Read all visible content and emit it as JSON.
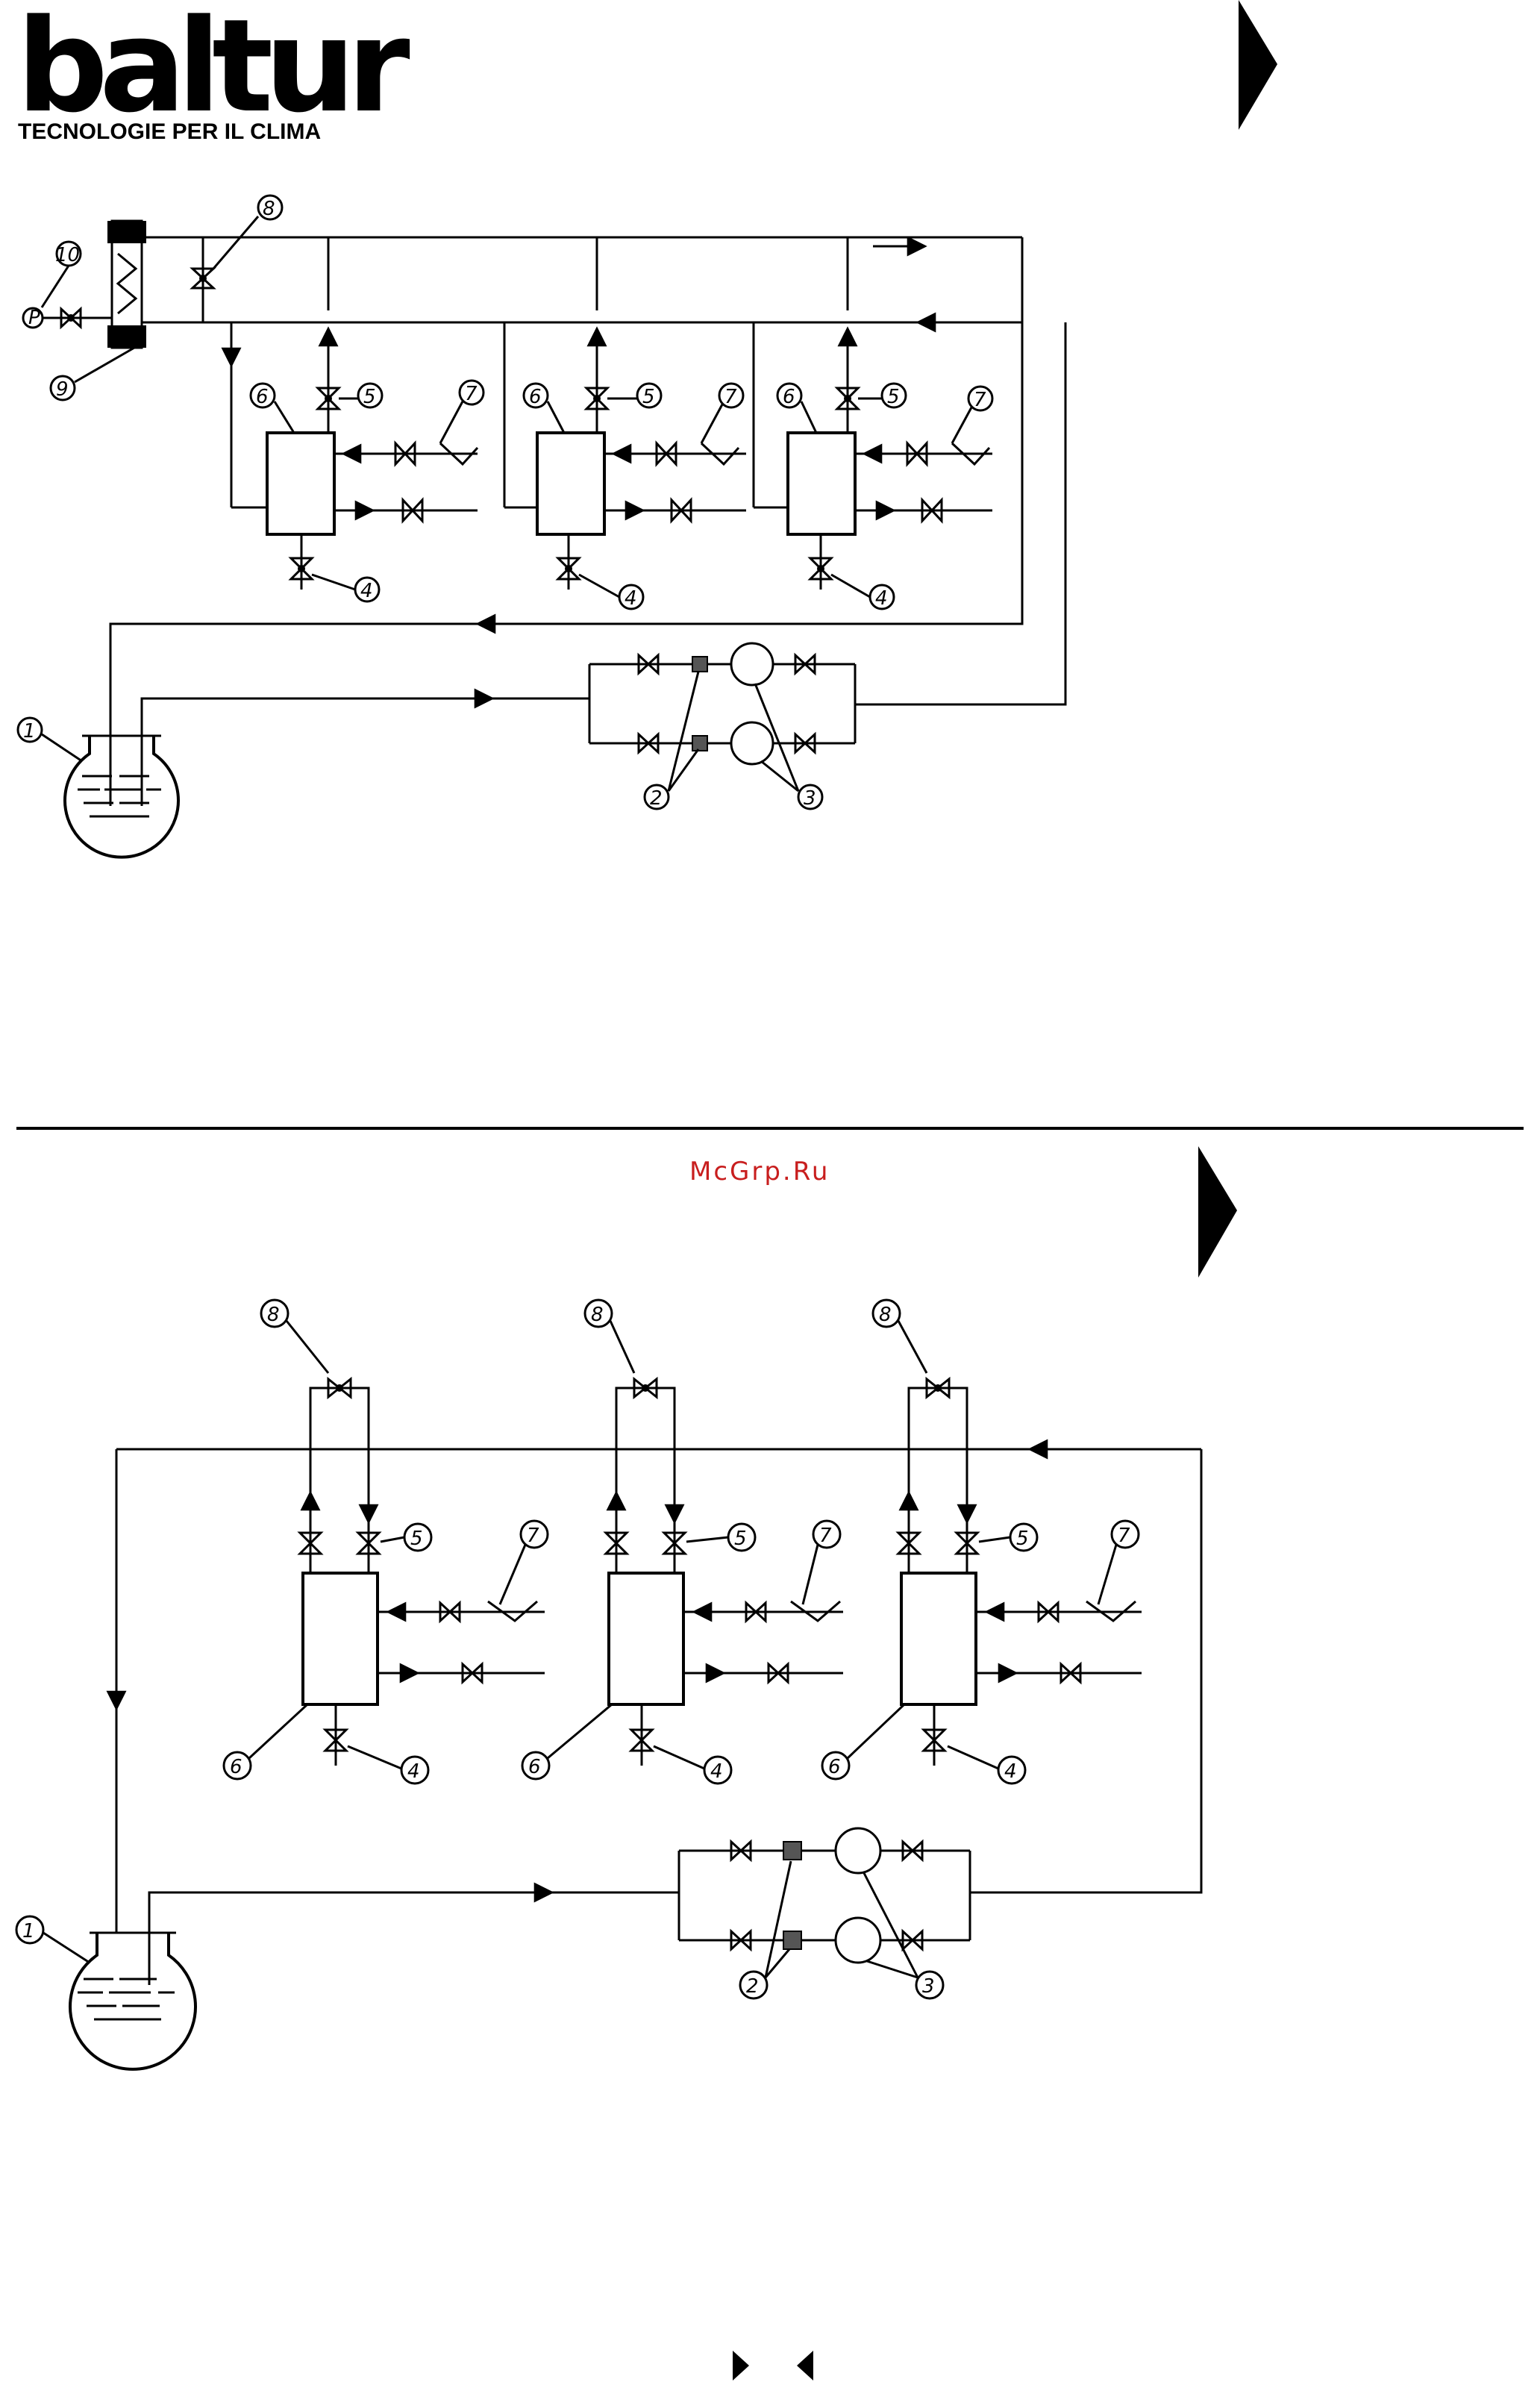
{
  "brand": {
    "logo_text": "baltur",
    "tagline": "TECNOLOGIE PER IL CLIMA"
  },
  "watermark": "McGrp.Ru",
  "colors": {
    "ink": "#000000",
    "watermark": "#c81e1e",
    "background": "#ffffff"
  },
  "diagram_top": {
    "callouts": [
      "1",
      "2",
      "3",
      "4",
      "4",
      "4",
      "5",
      "5",
      "5",
      "6",
      "6",
      "6",
      "7",
      "7",
      "7",
      "8",
      "9",
      "10"
    ],
    "gauge_symbol": "P"
  },
  "diagram_bottom": {
    "callouts": [
      "1",
      "2",
      "3",
      "4",
      "4",
      "4",
      "5",
      "5",
      "5",
      "6",
      "6",
      "6",
      "7",
      "7",
      "7",
      "8",
      "8",
      "8"
    ]
  },
  "nav": {
    "page_markers": [
      "right-arrow-marker-top",
      "right-arrow-marker-bottom"
    ],
    "footer_icons": [
      "next-triangle-icon",
      "previous-triangle-icon"
    ]
  }
}
